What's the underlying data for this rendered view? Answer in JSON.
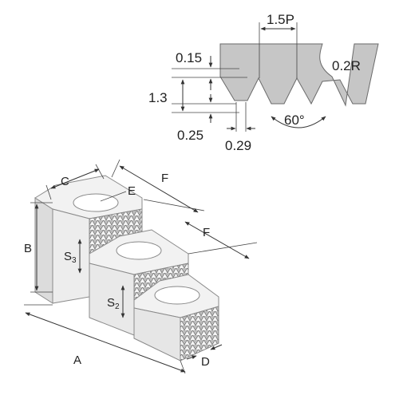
{
  "profile": {
    "pitch_label": "1.5P",
    "tip_flat_label": "0.15",
    "depth_label": "1.3",
    "root_label": "0.25",
    "width_label": "0.29",
    "radius_label": "0.2R",
    "angle_label": "60°"
  },
  "jaw": {
    "labels": {
      "A": "A",
      "B": "B",
      "C": "C",
      "D": "D",
      "E": "E",
      "F_top": "F",
      "F_mid": "F",
      "S3_main": "S",
      "S3_sub": "3",
      "S2_main": "S",
      "S2_sub": "2"
    }
  },
  "colors": {
    "profile_fill": "#c6c6c6",
    "profile_stroke": "#6a6a6a",
    "jaw_top": "#f2f2f2",
    "jaw_front": "#e9e9e9",
    "jaw_left": "#dcdcdc",
    "serration": "#6e6e6e",
    "dimension": "#333333"
  }
}
